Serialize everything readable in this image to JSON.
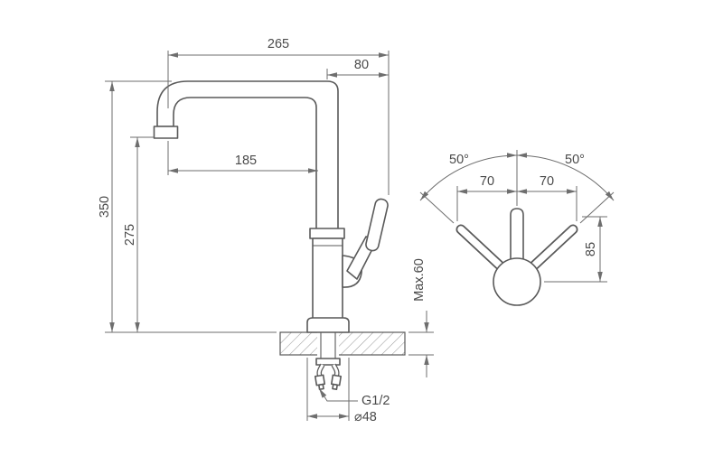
{
  "drawing": {
    "front_view": {
      "overall_width": "265",
      "handle_offset": "80",
      "spout_reach": "185",
      "overall_height": "350",
      "spout_height": "275",
      "max_mounting": "Max.60",
      "thread_size": "G1/2",
      "base_diameter": "⌀48"
    },
    "top_view": {
      "swivel_angle_left": "50°",
      "swivel_angle_right": "50°",
      "handle_reach_left": "70",
      "handle_reach_right": "70",
      "handle_height": "85"
    },
    "colors": {
      "outline": "#595959",
      "dimension": "#6e6e6e",
      "text": "#4a4a4a",
      "hatch": "#9b9b9b",
      "background": "#ffffff"
    }
  }
}
